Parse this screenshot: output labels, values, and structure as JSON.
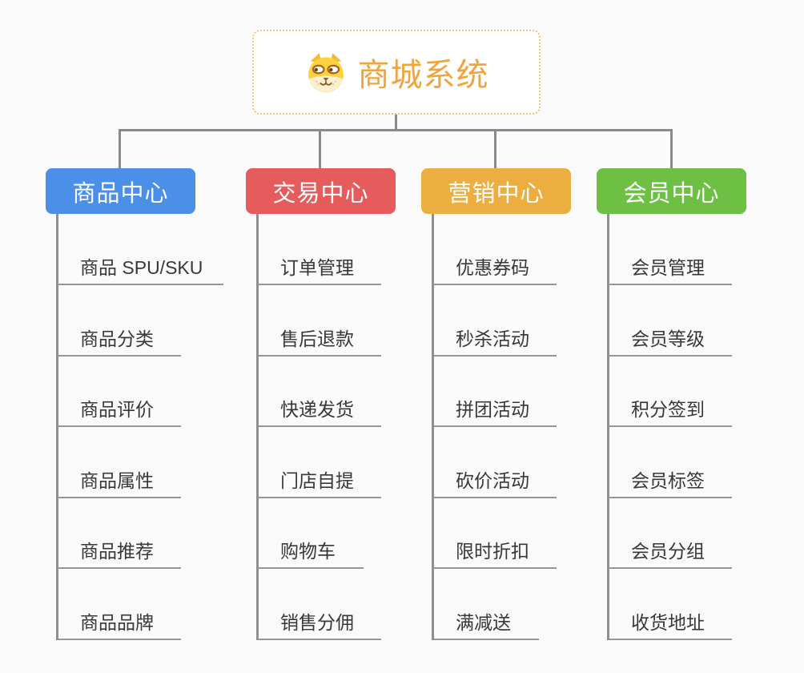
{
  "canvas": {
    "background": "#fafafa",
    "connector_color": "#8a8a8a"
  },
  "root": {
    "title": "商城系统",
    "icon": "dog-face-icon",
    "text_color": "#f2a43c",
    "border_color": "#f2c377"
  },
  "branches": [
    {
      "label": "商品中心",
      "color": "#4b8fe8",
      "items": [
        "商品 SPU/SKU",
        "商品分类",
        "商品评价",
        "商品属性",
        "商品推荐",
        "商品品牌"
      ]
    },
    {
      "label": "交易中心",
      "color": "#e65c5c",
      "items": [
        "订单管理",
        "售后退款",
        "快递发货",
        "门店自提",
        "购物车",
        "销售分佣"
      ]
    },
    {
      "label": "营销中心",
      "color": "#edae41",
      "items": [
        "优惠券码",
        "秒杀活动",
        "拼团活动",
        "砍价活动",
        "限时折扣",
        "满减送"
      ]
    },
    {
      "label": "会员中心",
      "color": "#6ec045",
      "items": [
        "会员管理",
        "会员等级",
        "积分签到",
        "会员标签",
        "会员分组",
        "收货地址"
      ]
    }
  ]
}
